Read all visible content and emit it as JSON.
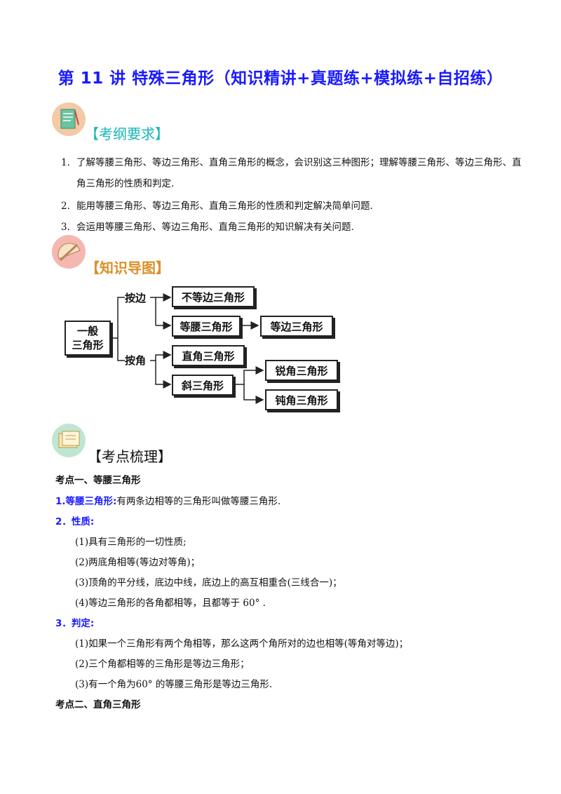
{
  "title": "第 11 讲  特殊三角形（知识精讲+真题练+模拟练+自招练）",
  "section_requirements": {
    "heading": "【考纲要求】",
    "items": [
      {
        "num": "1.",
        "text": "了解等腰三角形、等边三角形、直角三角形的概念，会识别这三种图形；理解等腰三角形、等边三角形、直角三角形的性质和判定."
      },
      {
        "num": "2.",
        "text": "能用等腰三角形、等边三角形、直角三角形的性质和判定解决简单问题."
      },
      {
        "num": "3.",
        "text": "会运用等腰三角形、等边三角形、直角三角形的知识解决有关问题."
      }
    ]
  },
  "section_map": {
    "heading": "【知识导图】",
    "root": "一般三角形",
    "root_line1": "一般",
    "root_line2": "三角形",
    "branch_side": "按边",
    "branch_angle": "按角",
    "scalene": "不等边三角形",
    "isosceles": "等腰三角形",
    "equilateral": "等边三角形",
    "right": "直角三角形",
    "oblique": "斜三角形",
    "acute": "锐角三角形",
    "obtuse": "钝角三角形"
  },
  "section_points": {
    "heading": "【考点梳理】",
    "point1_title": "考点一、等腰三角形",
    "def_label": "1.等腰三角形:",
    "def_text": "有两条边相等的三角形叫做等腰三角形.",
    "prop_label": "2．性质:",
    "props": [
      "(1)具有三角形的一切性质;",
      "(2)两底角相等(等边对等角)；",
      "(3)顶角的平分线，底边中线，底边上的高互相重合(三线合一)；",
      "(4)等边三角形的各角都相等，且都等于 60°  ."
    ],
    "judge_label": "3．判定:",
    "judges": [
      "(1)如果一个三角形有两个角相等，那么这两个角所对的边也相等(等角对等边)；",
      "(2)三个角都相等的三角形是等边三角形；",
      "(3)有一个角为60°  的等腰三角形是等边三角形."
    ],
    "point2_title": "考点二、直角三角形"
  },
  "colors": {
    "title": "#1a1aff",
    "heading_teal": "#18b6b6",
    "heading_orange": "#d9902a",
    "blue_label": "#1a1aff"
  }
}
